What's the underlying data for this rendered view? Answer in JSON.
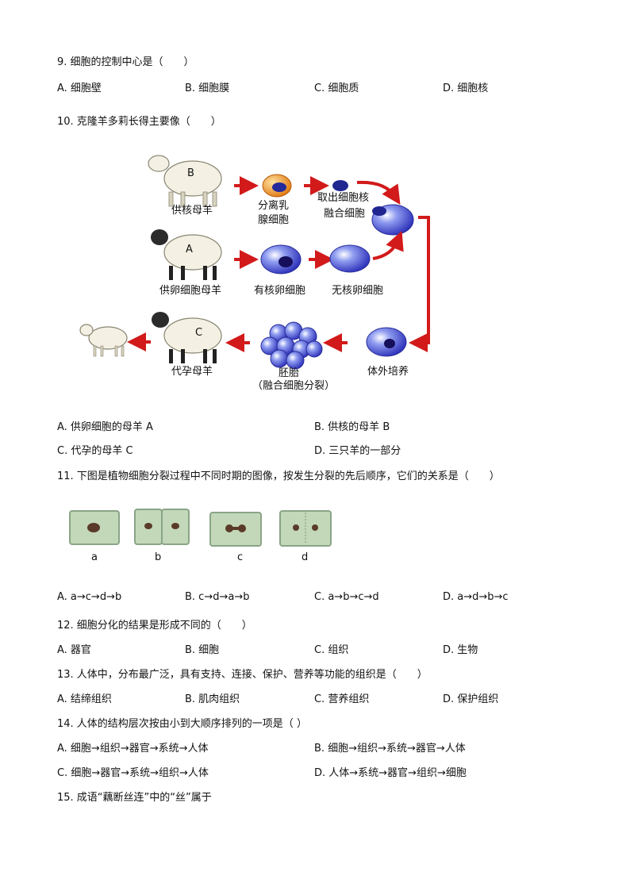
{
  "q9": {
    "stem": "9. 细胞的控制中心是（　　）",
    "options": [
      "A. 细胞壁",
      "B. 细胞膜",
      "C. 细胞质",
      "D. 细胞核"
    ]
  },
  "q10": {
    "stem": "10. 克隆羊多莉长得主要像（　　）",
    "figure": {
      "sheep_b": "B",
      "sheep_a": "A",
      "sheep_c": "C",
      "label_nucleus_donor": "供核母羊",
      "label_mammary_1": "分离乳",
      "label_mammary_2": "腺细胞",
      "label_extract_1": "取出细胞核",
      "label_extract_2": "融合细胞",
      "label_egg_donor": "供卵细胞母羊",
      "label_nucleated_egg": "有核卵细胞",
      "label_enucleated_egg": "无核卵细胞",
      "label_surrogate": "代孕母羊",
      "label_embryo_1": "胚胎",
      "label_embryo_2": "（融合细胞分裂）",
      "label_culture": "体外培养"
    },
    "options": [
      "A. 供卵细胞的母羊 A",
      "B. 供核的母羊 B",
      "C. 代孕的母羊 C",
      "D. 三只羊的一部分"
    ]
  },
  "q11": {
    "stem": "11. 下图是植物细胞分裂过程中不同时期的图像，按发生分裂的先后顺序，它们的关系是（　　）",
    "cell_labels": [
      "a",
      "b",
      "c",
      "d"
    ],
    "options": [
      "A. a→c→d→b",
      "B. c→d→a→b",
      "C. a→b→c→d",
      "D. a→d→b→c"
    ]
  },
  "q12": {
    "stem": "12. 细胞分化的结果是形成不同的（　　）",
    "options": [
      "A. 器官",
      "B. 细胞",
      "C. 组织",
      "D. 生物"
    ]
  },
  "q13": {
    "stem": "13. 人体中，分布最广泛，具有支持、连接、保护、营养等功能的组织是（　　）",
    "options": [
      "A. 结缔组织",
      "B. 肌肉组织",
      "C. 营养组织",
      "D. 保护组织"
    ]
  },
  "q14": {
    "stem": "14. 人体的结构层次按由小到大顺序排列的一项是（ ）",
    "options": [
      "A. 细胞→组织→器官→系统→人体",
      "B. 细胞→组织→系统→器官→人体",
      "C. 细胞→器官→系统→组织→人体",
      "D. 人体→系统→器官→组织→细胞"
    ]
  },
  "q15": {
    "stem": "15. 成语“藕断丝连”中的“丝”属于"
  }
}
